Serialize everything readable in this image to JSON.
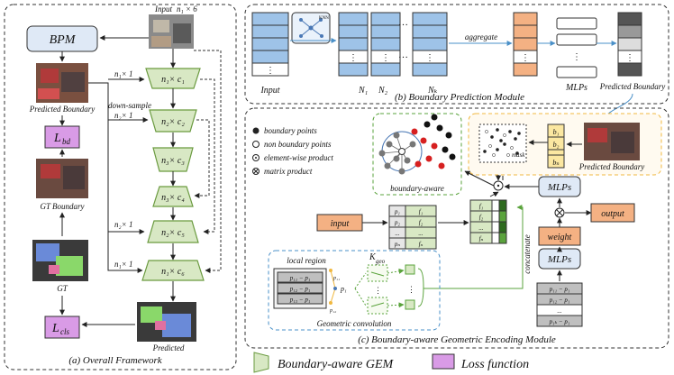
{
  "panel_a": {
    "caption": "(a) Overall Framework",
    "input_label": "Input",
    "input_dim": "n₁ × 6",
    "bpm": "BPM",
    "predicted_boundary": "Predicted Boundary",
    "down_sample": "down-sample",
    "l_bd": "L",
    "l_bd_sub": "bd",
    "gt_boundary": "GT Boundary",
    "gt": "GT",
    "l_cls": "L",
    "l_cls_sub": "cls",
    "predicted": "Predicted",
    "blocks": [
      "n₁× c₁",
      "n₂× c₂",
      "n₃× c₃",
      "n₃× c₄",
      "n₂× c₅",
      "n₁× c₆"
    ],
    "side_dims": [
      "n₁× 1",
      "n₂× 1",
      "n₂× 1",
      "n₁× 1"
    ]
  },
  "panel_b": {
    "caption": "(b) Boundary Prediction Module",
    "input_label": "Input",
    "knn": "KNN",
    "aggregate": "aggregate",
    "n_labels": [
      "N₁",
      "N₂",
      "Nₖ"
    ],
    "mlps": "MLPs",
    "predicted_boundary": "Predicted Boundary"
  },
  "panel_c": {
    "caption": "(c) Boundary-aware Geometric Encoding Module",
    "legend": [
      "boundary points",
      "non boundary points",
      "element-wise product",
      "matrix product"
    ],
    "boundary_aware": "boundary-aware",
    "mask": "mask",
    "b_labels": [
      "b₁",
      "b₂",
      "bₙ"
    ],
    "predicted_boundary": "Predicted Boundary",
    "input": "input",
    "p_labels": [
      "p₁",
      "p₂",
      "...",
      "pₙ"
    ],
    "f_labels": [
      "f₁",
      "f₂",
      "...",
      "fₙ"
    ],
    "mlps_top": "MLPs",
    "mlps_bottom": "MLPs",
    "weight": "weight",
    "output": "output",
    "concatenate": "concatenate",
    "local_region": "local region",
    "k_geo": "K",
    "k_geo_sub": "geo",
    "rel_rows": [
      "p₁₁ − p₁",
      "p₁₂ − p₁",
      "p₁₃ − p₁"
    ],
    "pt_labels": [
      "p₁₁",
      "p₁",
      "p₁₂"
    ],
    "geo_conv": "Geometric convolution",
    "right_rows": [
      "p₁₁ − p₁",
      "p₁₂ − p₁",
      "...",
      "p₁ₖ − p₁"
    ]
  },
  "legend_bottom": {
    "gem": "Boundary-aware GEM",
    "loss": "Loss function"
  },
  "colors": {
    "bpm_fill": "#dfe9f6",
    "loss_fill": "#d99be6",
    "gem_fill": "#d8e8c4",
    "gem_stroke": "#6a9a3f",
    "blue_cell": "#9ec3e8",
    "orange_cell": "#f4b183",
    "dark_cell": "#7f7f7f"
  }
}
